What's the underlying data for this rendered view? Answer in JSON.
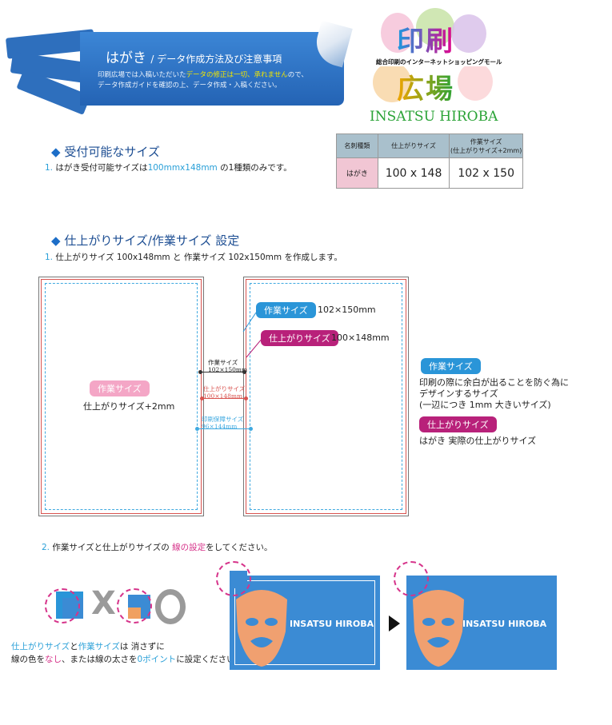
{
  "header": {
    "title": "はがき",
    "title_sub": "/ データ作成方法及び注意事項",
    "desc_line1_a": "印刷広場では入稿いただいた",
    "desc_line1_b": "データの修正は一切、承れません",
    "desc_line1_c": "ので、",
    "desc_line2": "データ作成ガイドを確認の上、データ作成・入稿ください。"
  },
  "logo": {
    "line1": "印刷",
    "line2": "広場",
    "subtitle": "総合印刷のインターネットショッピングモール",
    "name": "INSATSU HIROBA"
  },
  "section1": {
    "title": "受付可能なサイズ",
    "num": "1.",
    "text_a": "はがき受付可能サイズは",
    "text_b": "100mmx148mm",
    "text_c": "の1種類のみです。"
  },
  "spec_table": {
    "headers": [
      "名刺種類",
      "仕上がりサイズ",
      "作業サイズ"
    ],
    "header3_sub": "(仕上がりサイズ+2mm)",
    "row": [
      "はがき",
      "100 x 148",
      "102 x 150"
    ]
  },
  "section2": {
    "title": "仕上がりサイズ/作業サイズ 設定",
    "num": "1.",
    "text": "仕上がりサイズ 100x148mm と 作業サイズ 102x150mm を作成します。"
  },
  "diagram": {
    "left_badge": "作業サイズ",
    "left_text": "仕上がりサイズ+2mm",
    "work_badge": "作業サイズ",
    "work_size": "102×150mm",
    "finish_badge": "仕上がりサイズ",
    "finish_size": "100×148mm",
    "dim1_label": "作業サイズ",
    "dim1_value": "102×150mm",
    "dim2_label": "仕上がりサイズ",
    "dim2_value": "100×148mm",
    "dim3_label": "印刷保障サイズ",
    "dim3_value": "96×144mm"
  },
  "legend": {
    "work_badge": "作業サイズ",
    "work_desc1": "印刷の際に余白が出ることを防ぐ為に",
    "work_desc2": "デザインするサイズ",
    "work_desc3": "(一辺につき 1mm 大きいサイズ)",
    "finish_badge": "仕上がりサイズ",
    "finish_desc": "はがき 実際の仕上がりサイズ"
  },
  "section3": {
    "num": "2.",
    "text_a": "作業サイズと仕上がりサイズの",
    "text_b": "線の設定",
    "text_c": "をしてください。"
  },
  "note": {
    "l1_a": "仕上がりサイズ",
    "l1_b": "と",
    "l1_c": "作業サイズ",
    "l1_d": "は 消さずに",
    "l2_a": "線の色を",
    "l2_b": "なし",
    "l2_c": "、または線の太さを",
    "l2_d": "0ポイント",
    "l2_e": "に設定ください。"
  },
  "mark_x": "X",
  "card_text": "INSATSU HIROBA",
  "colors": {
    "banner": "#2e6fbd",
    "accent_blue": "#2a95d8",
    "accent_magenta": "#b8217a",
    "accent_pink": "#f4a6c6",
    "logo_green": "#2aa336",
    "card_blue": "#3b8bd4"
  }
}
